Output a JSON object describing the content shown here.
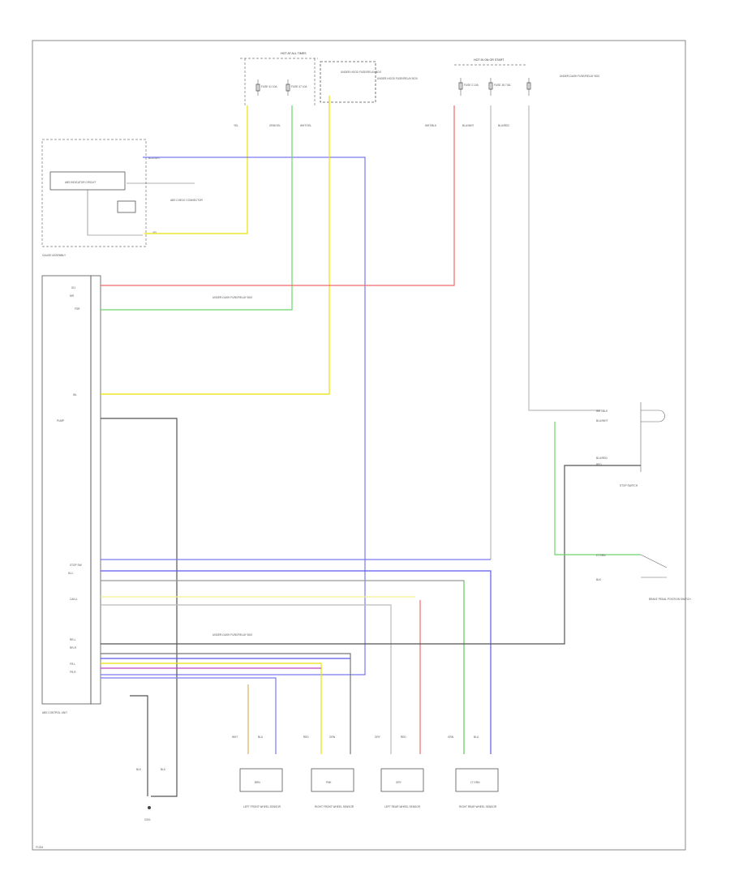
{
  "fuse_boxes": [
    {
      "title": "HOT AT ALL TIMES",
      "fuses": [
        "FUSE 41 10A",
        "FUSE 47 10A"
      ]
    },
    {
      "title": "HOT IN ON OR START",
      "fuses": [
        "FUSE 2 10A",
        "FUSE 18 7.5A"
      ]
    }
  ],
  "fuse_box_notes": [
    "UNDER-HOOD FUSE/RELAY BOX",
    "UNDER-DASH FUSE/RELAY BOX"
  ],
  "gauge_assembly": {
    "title": "GAUGE ASSEMBLY",
    "indicator": "ABS INDICATOR CIRCUIT",
    "switch_label": "ABS CHECK CONNECTOR"
  },
  "ecm_module": {
    "title": "ABS CONTROL UNIT",
    "pins_left": [
      "IG1",
      "MR",
      "FSR",
      "WL",
      "PUMP",
      "STOP SW",
      "DLC",
      "CAN-L",
      "RR-L",
      "RR-R",
      "FR-L",
      "FR-R"
    ]
  },
  "wire_labels": {
    "yel": "YEL",
    "grn_yel": "GRN/YEL",
    "wht_yel": "WHT/YEL",
    "blu_wht": "BLU/WHT",
    "blu_red": "BLU/RED",
    "red": "RED",
    "blk": "BLK",
    "wht_blk": "WHT/BLK",
    "lt_grn": "LT GRN",
    "brn": "BRN",
    "pnk": "PNK",
    "gry": "GRY"
  },
  "right_components": [
    {
      "title": "STOP SWITCH"
    },
    {
      "title": "BRAKE PEDAL POSITION SWITCH"
    }
  ],
  "wheel_sensors": [
    {
      "title": "LEFT FRONT WHEEL SENSOR",
      "wire_a": "WHT",
      "wire_b": "BLU"
    },
    {
      "title": "RIGHT FRONT WHEEL SENSOR",
      "wire_a": "RED",
      "wire_b": "GRN"
    },
    {
      "title": "LEFT REAR WHEEL SENSOR",
      "wire_a": "GRY",
      "wire_b": "RED"
    },
    {
      "title": "RIGHT REAR WHEEL SENSOR",
      "wire_a": "GRN",
      "wire_b": "BLU"
    }
  ],
  "ground": {
    "title": "G201"
  },
  "footer_code": "F1234",
  "colors": {
    "yellow": "#e8e400",
    "green": "#6bd56b",
    "blue": "#5a5aee",
    "red": "#ee5a5a",
    "magenta": "#c040c0",
    "tan": "#d8b060",
    "gray": "#999999"
  }
}
